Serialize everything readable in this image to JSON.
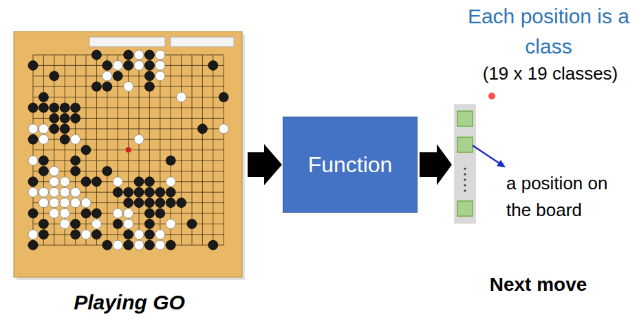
{
  "diagram": {
    "nodes": [
      {
        "text": [
          "Playing GO"
        ]
      },
      {
        "text": [
          "Function"
        ]
      }
    ],
    "edges": [
      {
        "from": 0,
        "to": 1,
        "arrow": "to"
      }
    ],
    "labels": [
      "Each position is a class",
      "(19 x 19 classes)",
      "a position on the board",
      "Next move"
    ]
  }
}
